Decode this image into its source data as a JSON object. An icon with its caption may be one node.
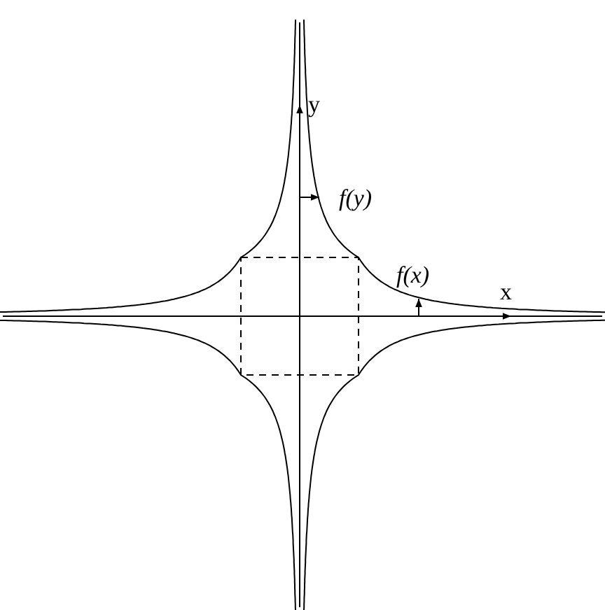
{
  "diagram": {
    "labels": [
      "y",
      "f(y)",
      "f(x)",
      "x"
    ]
  }
}
